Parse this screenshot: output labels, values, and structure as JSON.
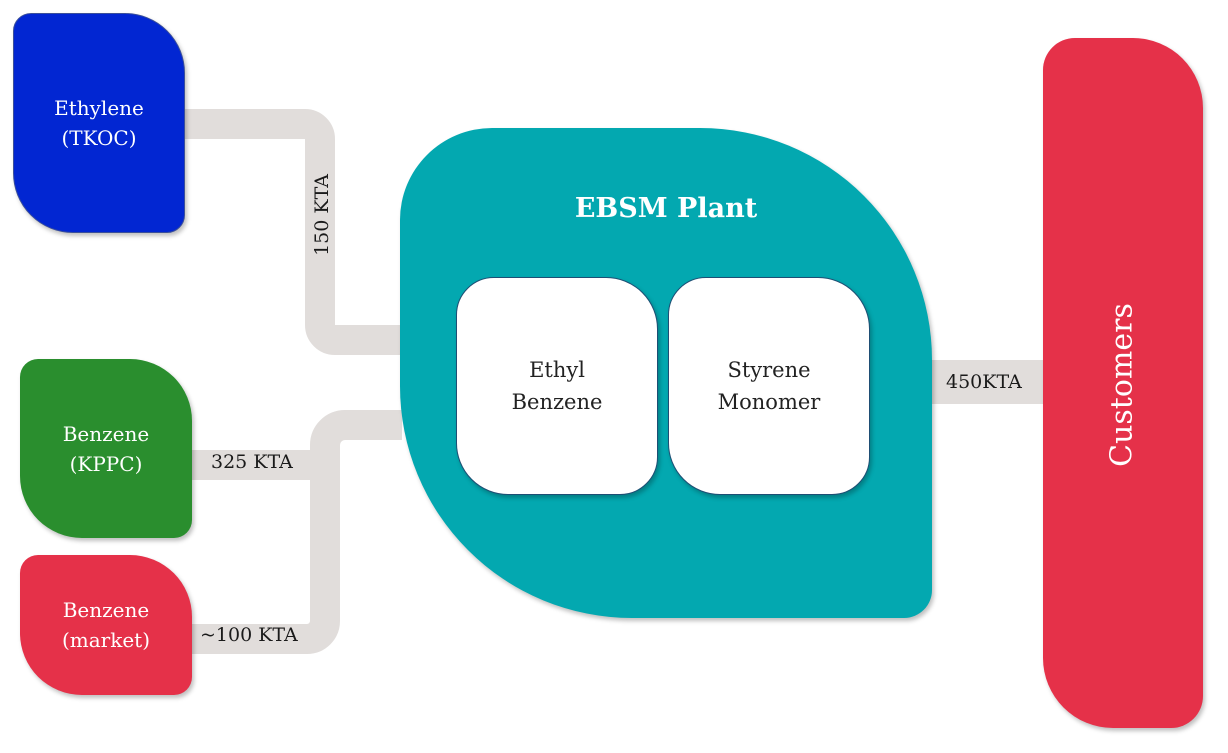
{
  "nodes": {
    "ethylene": {
      "line1": "Ethylene",
      "line2": "(TKOC)",
      "color": "#0226D2"
    },
    "benzene_kppc": {
      "line1": "Benzene",
      "line2": "(KPPC)",
      "color": "#2A8E2E"
    },
    "benzene_market": {
      "line1": "Benzene",
      "line2": "(market)",
      "color": "#E53149"
    },
    "plant": {
      "title": "EBSM Plant",
      "color": "#03A8B0",
      "units": [
        {
          "line1": "Ethyl",
          "line2": "Benzene"
        },
        {
          "line1": "Styrene",
          "line2": "Monomer"
        }
      ]
    },
    "customers": {
      "label": "Customers",
      "color": "#E53149"
    }
  },
  "flows": {
    "ethylene_to_plant": "150 KTA",
    "kppc_to_plant": "325 KTA",
    "market_to_plant": "~100 KTA",
    "plant_to_customers": "450KTA"
  },
  "pipe_color": "#E1DDDB"
}
